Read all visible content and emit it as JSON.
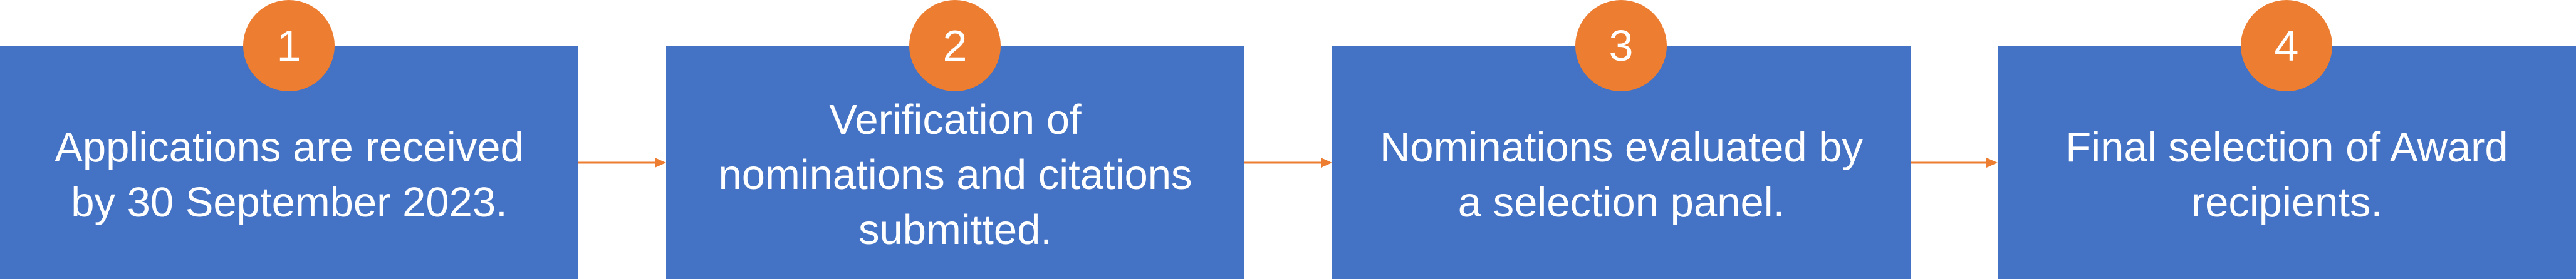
{
  "colors": {
    "box": "#4472C4",
    "badge": "#ED7D31",
    "connector": "#ED7D31",
    "text": "#ffffff"
  },
  "steps": [
    {
      "number": "1",
      "text": "Applications are received\nby 30 September 2023."
    },
    {
      "number": "2",
      "text": "Verification of\nnominations and citations\nsubmitted."
    },
    {
      "number": "3",
      "text": "Nominations evaluated by\na selection panel."
    },
    {
      "number": "4",
      "text": "Final selection of Award\nrecipients."
    }
  ]
}
